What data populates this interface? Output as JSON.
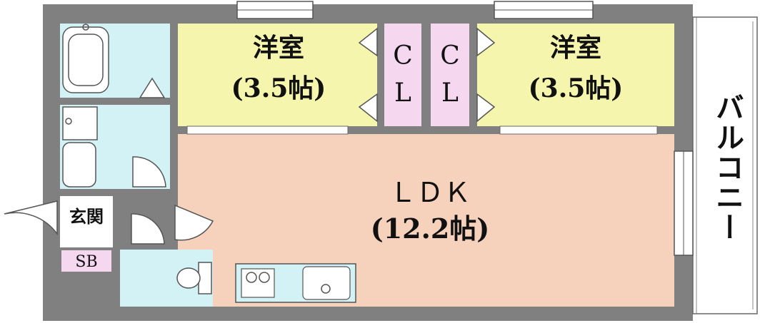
{
  "colors": {
    "wall": "#808080",
    "western_room": "#f5f5ad",
    "closet": "#f5d8f0",
    "ldk": "#f6d2bd",
    "wet_area": "#d2f2f6",
    "shoe_box": "#f5d8f0",
    "balcony": "#ffffff"
  },
  "rooms": {
    "western_left": {
      "name": "洋室",
      "size": "(3.5帖)"
    },
    "western_right": {
      "name": "洋室",
      "size": "(3.5帖)"
    },
    "closet_left": {
      "line1": "C",
      "line2": "L"
    },
    "closet_right": {
      "line1": "C",
      "line2": "L"
    },
    "ldk": {
      "name": "ＬＤＫ",
      "size": "(12.2帖)"
    },
    "entrance": {
      "name": "玄関"
    },
    "shoe_box": {
      "name": "SB"
    },
    "balcony": {
      "name": "バルコニー"
    }
  }
}
